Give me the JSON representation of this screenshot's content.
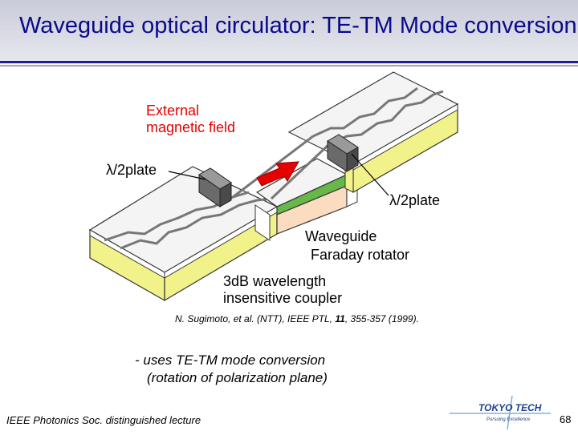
{
  "slide": {
    "title": "Waveguide optical circulator: TE-TM Mode conversion",
    "page_number": "68",
    "footer": "IEEE Photonics Soc. distinguished lecture"
  },
  "diagram": {
    "labels": {
      "external_field": [
        "External",
        "magnetic field"
      ],
      "lambda_plate_left": "λ/2plate",
      "lambda_plate_right": "λ/2plate",
      "waveguide": "Waveguide",
      "faraday_rotator": "Faraday rotator",
      "coupler": [
        "3dB wavelength",
        "insensitive coupler"
      ]
    },
    "colors": {
      "substrate_side": "#f2f28a",
      "top_surface": "#f4f4f4",
      "arrow": "#e60000",
      "faraday_green": "#66b848",
      "faraday_peach": "#fbdcc0",
      "plate": "#6a6a6a"
    }
  },
  "citation": {
    "authors": "N. Sugimoto, et al. (NTT), IEEE PTL, ",
    "volume": "11",
    "pages": ", 355-357 (1999)."
  },
  "notes": [
    "- uses TE-TM mode conversion",
    "(rotation of polarization plane)"
  ],
  "logo": {
    "name": "TOKYO TECH",
    "tagline": "Pursuing Excellence"
  }
}
